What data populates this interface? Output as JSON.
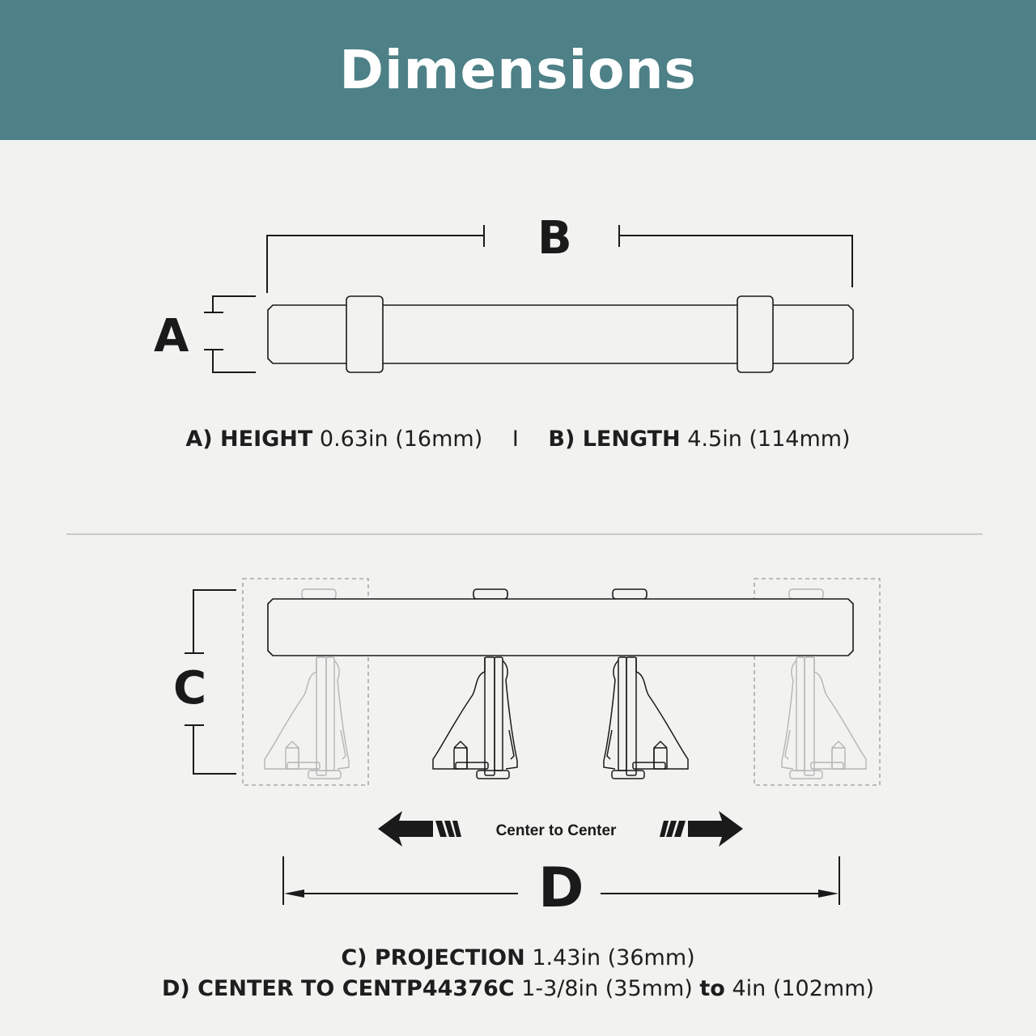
{
  "header": {
    "title": "Dimensions"
  },
  "labels": {
    "a": "A",
    "b": "B",
    "c": "C",
    "d": "D"
  },
  "specs": {
    "height_label": "A) HEIGHT",
    "height_value": "0.63in (16mm)",
    "separator": "I",
    "length_label": "B) LENGTH",
    "length_value": "4.5in (114mm)",
    "projection_label": "C) PROJECTION",
    "projection_value": "1.43in (36mm)",
    "center_label": "D) CENTER TO CENTP44376C",
    "center_min": "1-3/8in (35mm)",
    "center_to": "to",
    "center_max": "4in (102mm)"
  },
  "arrows": {
    "center_text": "Center to Center"
  },
  "colors": {
    "header_bg": "#4d8087",
    "background": "#f2f2f0",
    "line": "#1a1a1a",
    "ghost": "#b5b5b5"
  }
}
